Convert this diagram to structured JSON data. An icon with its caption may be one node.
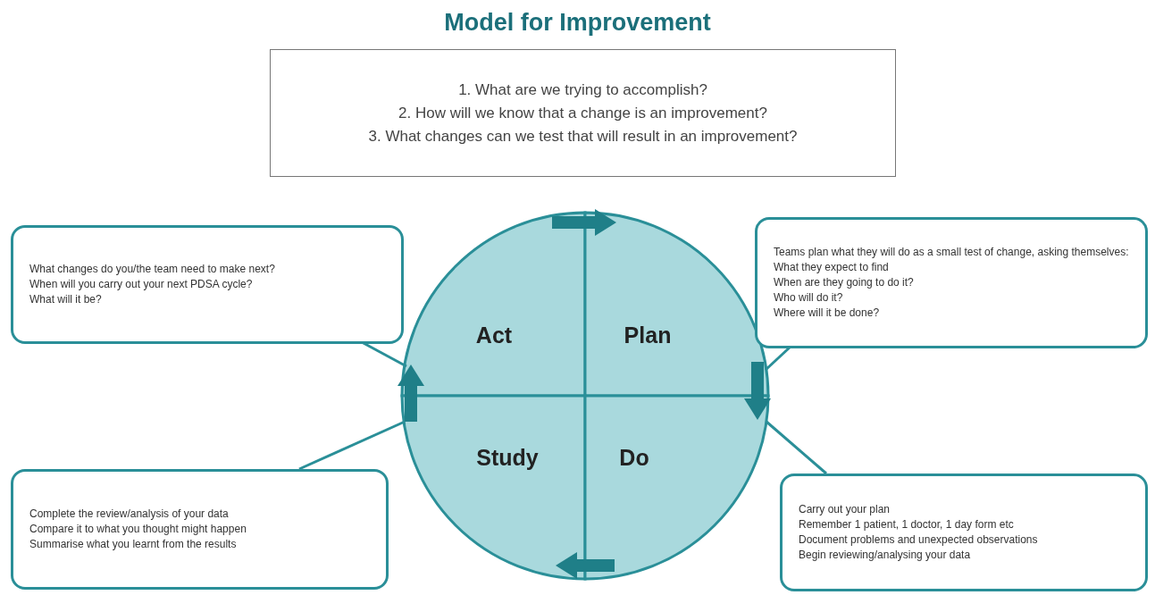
{
  "diagram": {
    "title": "Model for Improvement",
    "nodes": [
      {
        "text": [
          "1. What are we trying to accomplish?",
          "2. How will we know that a change is an improvement?",
          "3. What changes can we test that will result in an improvement?"
        ]
      },
      {
        "text": [
          "What changes do you/the team need to make next?",
          "When will you carry out your next PDSA cycle?",
          "What will it be?"
        ]
      },
      {
        "text": [
          "Act"
        ]
      },
      {
        "text": [
          "Plan"
        ]
      },
      {
        "text": [
          "Teams plan what they will do as a small test of change, asking themselves:",
          "What they expect to find",
          "When are they going to do it?",
          "Who will do it?",
          "Where will it be done?"
        ]
      },
      {
        "text": [
          "Study"
        ]
      },
      {
        "text": [
          "Do"
        ]
      },
      {
        "text": [
          "Complete the review/analysis of your data",
          "Compare it to what you thought might happen",
          "Summarise what you learnt from the results"
        ]
      },
      {
        "text": [
          "Carry out your plan",
          "Remember 1 patient, 1 doctor, 1 day form etc",
          "Document problems and unexpected observations",
          "Begin reviewing/analysing your data"
        ]
      }
    ],
    "edges": [
      {
        "from": 2,
        "to": 3,
        "arrow": "to",
        "style": "thick"
      },
      {
        "from": 3,
        "to": 6,
        "arrow": "to",
        "style": "thick"
      },
      {
        "from": 6,
        "to": 5,
        "arrow": "to",
        "style": "thick"
      },
      {
        "from": 5,
        "to": 2,
        "arrow": "to",
        "style": "thick"
      },
      {
        "from": 1,
        "to": 2,
        "arrow": "none"
      },
      {
        "from": 4,
        "to": 3,
        "arrow": "none"
      },
      {
        "from": 7,
        "to": 5,
        "arrow": "none"
      },
      {
        "from": 8,
        "to": 6,
        "arrow": "none"
      }
    ]
  }
}
